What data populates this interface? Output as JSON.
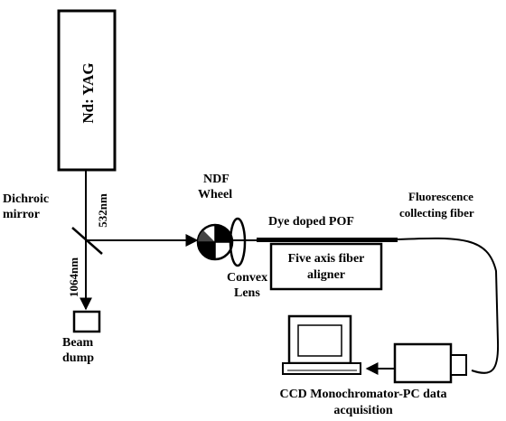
{
  "laser": {
    "label": "Nd: YAG"
  },
  "labels": {
    "dichroic": [
      "Dichroic",
      "mirror"
    ],
    "wavelength_532": "532nm",
    "wavelength_1064": "1064nm",
    "ndf": [
      "NDF",
      "Wheel"
    ],
    "dye_pof": "Dye doped POF",
    "fluorescence": [
      "Fluorescence",
      "collecting fiber"
    ],
    "aligner": [
      "Five axis fiber",
      "aligner"
    ],
    "lens": [
      "Convex",
      "Lens"
    ],
    "beam_dump": [
      "Beam",
      "dump"
    ],
    "ccd": [
      "CCD Monochromator-PC data",
      "acquisition"
    ]
  }
}
